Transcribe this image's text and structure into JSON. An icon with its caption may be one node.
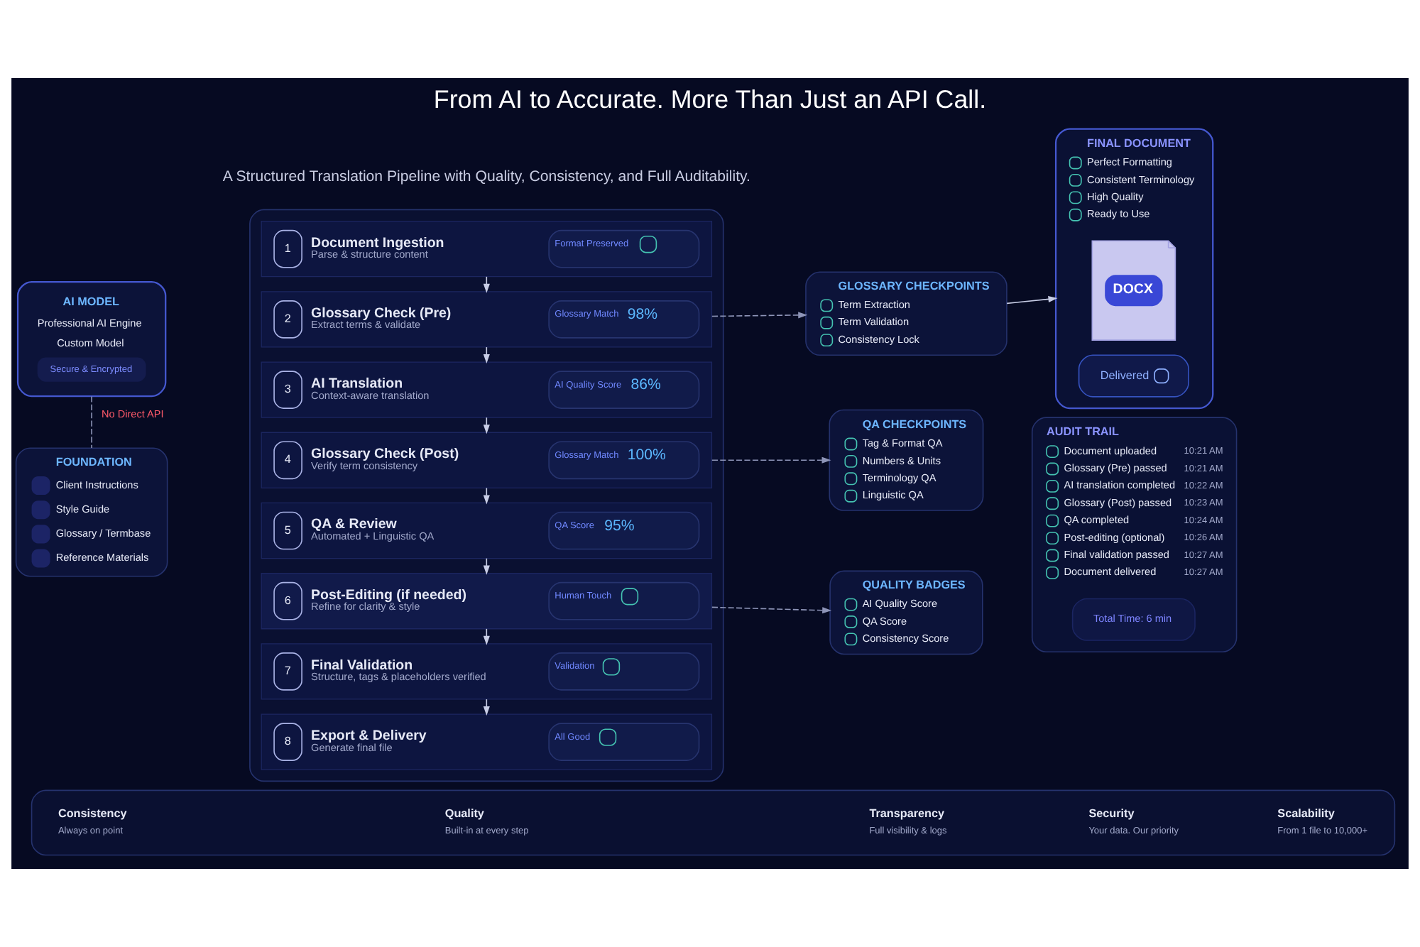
{
  "diagram": {
    "title": "From AI to Accurate. More Than Just an API Call.",
    "nodes": [
      {
        "text": [
          "AI MODEL",
          "Professional AI Engine",
          "Custom Model",
          "Secure & Encrypted"
        ]
      },
      {
        "text": [
          "FOUNDATION",
          "Client Instructions",
          "Style Guide",
          "Glossary / Termbase",
          "Reference Materials"
        ]
      },
      {
        "text": [],
        "shape": "box"
      },
      {
        "text": [
          "1",
          "Document Ingestion",
          "Parse & structure content",
          "Format Preserved"
        ],
        "in": 2
      },
      {
        "text": [
          "2",
          "Glossary Check (Pre)",
          "Extract terms & validate",
          "Glossary Match",
          "98%"
        ],
        "in": 2
      },
      {
        "text": [
          "3",
          "AI Translation",
          "Context-aware translation",
          "AI Quality Score",
          "86%"
        ],
        "in": 2
      },
      {
        "text": [
          "4",
          "Glossary Check (Post)",
          "Verify term consistency",
          "Glossary Match",
          "100%"
        ],
        "in": 2
      },
      {
        "text": [
          "5",
          "QA & Review",
          "Automated + Linguistic QA",
          "QA Score",
          "95%"
        ],
        "in": 2
      },
      {
        "text": [
          "6",
          "Post-Editing (if needed)",
          "Refine for clarity & style",
          "Human Touch"
        ],
        "in": 2
      },
      {
        "text": [
          "7",
          "Final Validation",
          "Structure, tags & placeholders verified",
          "Validation"
        ],
        "in": 2
      },
      {
        "text": [
          "8",
          "Export & Delivery",
          "Generate final file",
          "All Good"
        ],
        "in": 2
      },
      {
        "text": [
          "GLOSSARY CHECKPOINTS",
          "Term Extraction",
          "Term Validation",
          "Consistency Lock"
        ]
      },
      {
        "text": [
          "QA CHECKPOINTS",
          "Tag & Format QA",
          "Numbers & Units",
          "Terminology QA",
          "Linguistic QA"
        ]
      },
      {
        "text": [
          "QUALITY BADGES",
          "AI Quality Score",
          "QA Score",
          "Consistency Score"
        ]
      },
      {
        "text": [
          "FINAL DOCUMENT",
          "Perfect Formatting",
          "Consistent Terminology",
          "High Quality",
          "Ready to Use"
        ]
      },
      {
        "text": [
          "DOCX"
        ],
        "in": 14
      },
      {
        "text": [
          "Delivered"
        ],
        "in": 14
      },
      {
        "text": [
          "AUDIT TRAIL",
          "Document uploaded",
          "10:21 AM",
          "Glossary (Pre) passed",
          "10:21 AM",
          "AI translation completed",
          "10:22 AM",
          "Glossary (Post) passed",
          "10:23 AM",
          "QA completed",
          "10:24 AM",
          "Post-editing (optional)",
          "10:26 AM",
          "Final validation passed",
          "10:27 AM",
          "Document delivered",
          "10:27 AM"
        ]
      },
      {
        "text": [
          "Total Time: 6 min"
        ],
        "in": 17
      },
      {
        "text": [],
        "shape": "box"
      },
      {
        "text": [
          "Consistency",
          "Always on point"
        ],
        "in": 19
      },
      {
        "text": [
          "Quality",
          "Built-in at every step"
        ],
        "in": 19
      },
      {
        "text": [
          "Transparency",
          "Full visibility & logs"
        ],
        "in": 19
      },
      {
        "text": [
          "Security",
          "Your data. Our priority"
        ],
        "in": 19
      },
      {
        "text": [
          "Scalability",
          "From 1 file to 10,000+"
        ],
        "in": 19
      }
    ],
    "edges": [
      {
        "from": 0,
        "to": 1,
        "arrow": "none",
        "style": "dashed",
        "label": "No Direct API"
      },
      {
        "from": 3,
        "to": 4,
        "arrow": "to"
      },
      {
        "from": 4,
        "to": 5,
        "arrow": "to"
      },
      {
        "from": 5,
        "to": 6,
        "arrow": "to"
      },
      {
        "from": 6,
        "to": 7,
        "arrow": "to"
      },
      {
        "from": 7,
        "to": 8,
        "arrow": "to"
      },
      {
        "from": 8,
        "to": 9,
        "arrow": "to"
      },
      {
        "from": 9,
        "to": 10,
        "arrow": "to"
      },
      {
        "from": 4,
        "to": 11,
        "arrow": "to",
        "style": "dashed"
      },
      {
        "from": 6,
        "to": 12,
        "arrow": "to",
        "style": "dashed"
      },
      {
        "from": 8,
        "to": 13,
        "arrow": "to",
        "style": "dashed"
      },
      {
        "from": 11,
        "to": 14,
        "arrow": "to"
      }
    ],
    "labels": [
      "A Structured Translation Pipeline with Quality, Consistency, and Full Auditability."
    ]
  }
}
